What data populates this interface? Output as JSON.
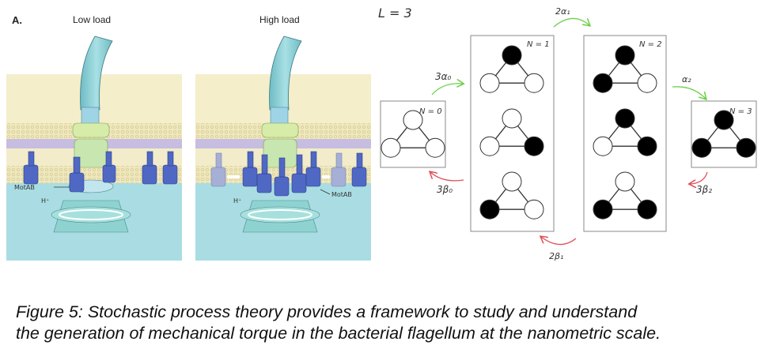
{
  "panel_a": {
    "label": "A.",
    "left_title": "Low load",
    "right_title": "High load",
    "motab_label": "MotAB",
    "proton_label": "H⁺",
    "colors": {
      "periplasm": "#f3ecc4",
      "membrane_lipid": "#e9e2b2",
      "cell_wall": "#c9bfe0",
      "cytoplasm": "#a9dde3",
      "filament": "#8fd0d6",
      "ring_green": "#cfe8a6",
      "motor_blue": "#4f68c4",
      "motor_blue_faded": "#a6afd6"
    }
  },
  "state_diagram": {
    "title": "L = 3",
    "states": [
      {
        "id": "N0",
        "label": "N = 0",
        "configs": [
          [
            0,
            0,
            0
          ]
        ]
      },
      {
        "id": "N1",
        "label": "N = 1",
        "configs": [
          [
            1,
            0,
            0
          ],
          [
            0,
            0,
            1
          ],
          [
            0,
            1,
            0
          ]
        ]
      },
      {
        "id": "N2",
        "label": "N = 2",
        "configs": [
          [
            1,
            1,
            0
          ],
          [
            1,
            0,
            1
          ],
          [
            0,
            1,
            1
          ]
        ]
      },
      {
        "id": "N3",
        "label": "N = 3",
        "configs": [
          [
            1,
            1,
            1
          ]
        ]
      }
    ],
    "forward_rates": [
      {
        "from": "N0",
        "to": "N1",
        "label": "3α₀"
      },
      {
        "from": "N1",
        "to": "N2",
        "label": "2α₁"
      },
      {
        "from": "N2",
        "to": "N3",
        "label": "α₂"
      }
    ],
    "backward_rates": [
      {
        "from": "N1",
        "to": "N0",
        "label": "3β₀"
      },
      {
        "from": "N2",
        "to": "N1",
        "label": "2β₁"
      },
      {
        "from": "N3",
        "to": "N2",
        "label": "3β₂"
      }
    ],
    "colors": {
      "forward": "#6fd04a",
      "backward": "#e0505a",
      "box": "#8a8a8a",
      "occupied": "#000000",
      "empty": "#ffffff"
    }
  },
  "caption": {
    "line1": "Figure 5: Stochastic process theory provides a framework to study and understand",
    "line2": "the generation of mechanical torque in the bacterial flagellum at the nanometric scale."
  }
}
